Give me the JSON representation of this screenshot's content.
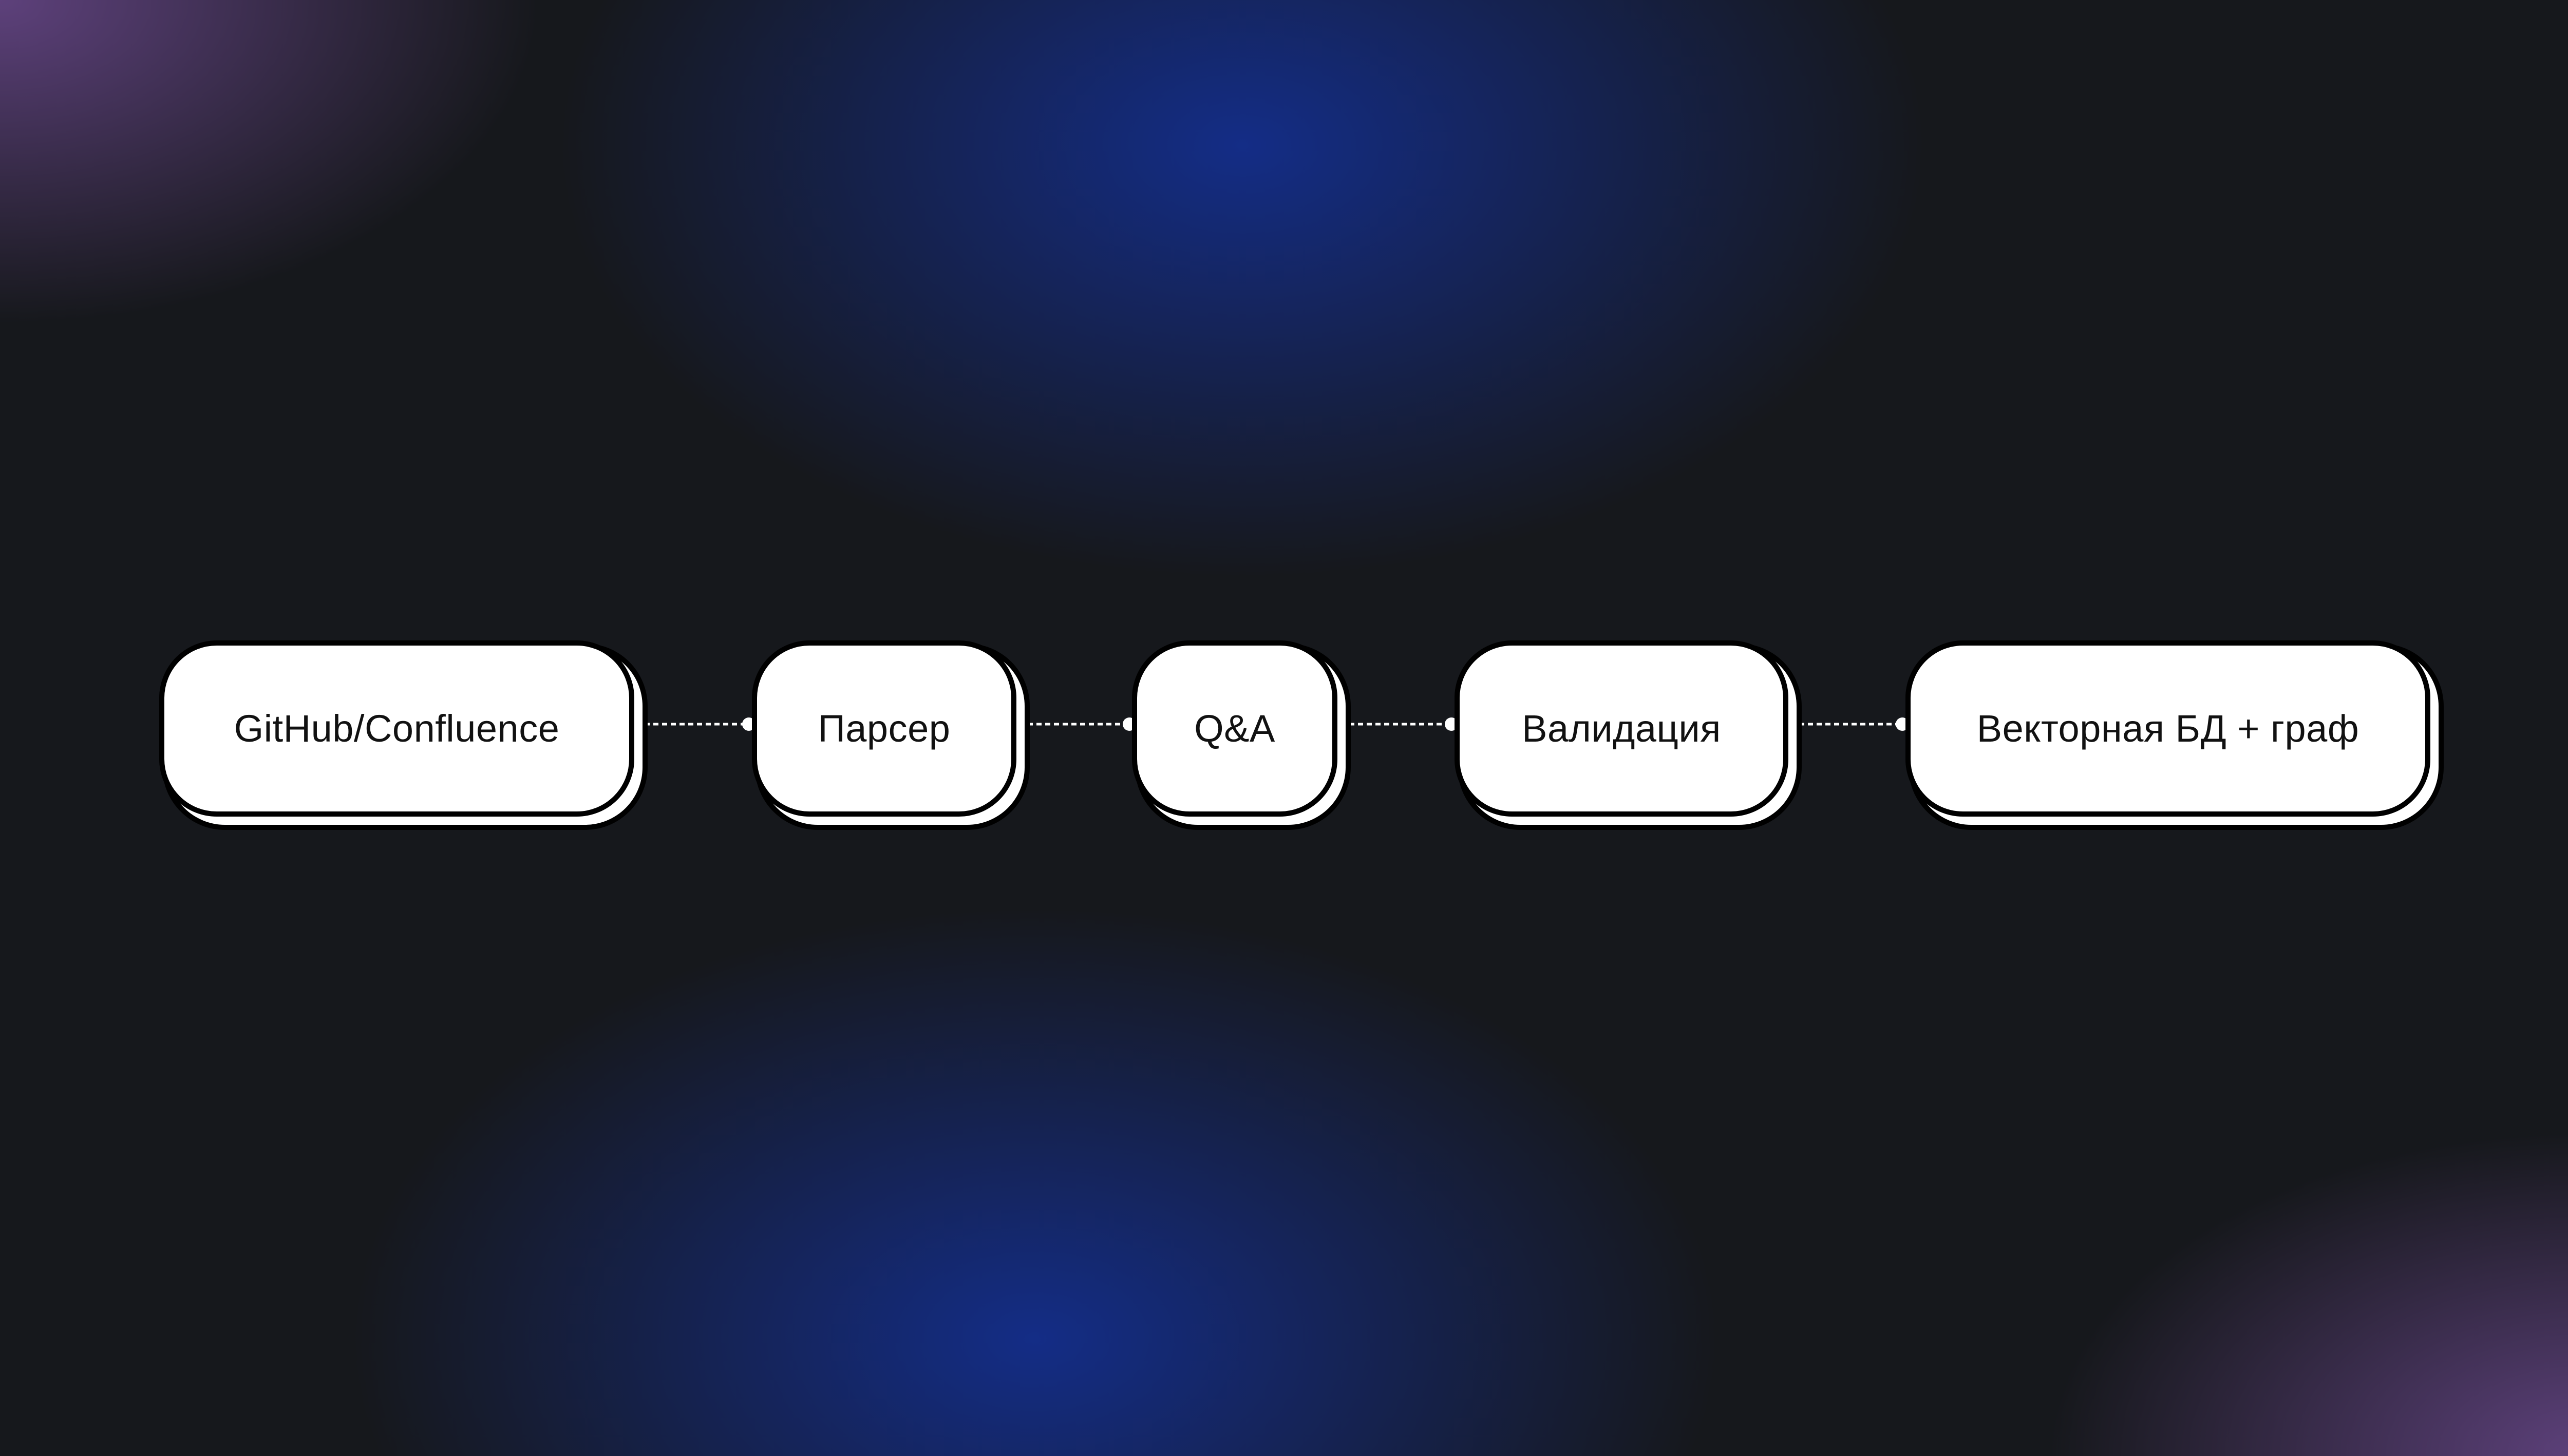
{
  "diagram": {
    "type": "pipeline",
    "nodes": [
      {
        "id": "source",
        "label": "GitHub/Confluence"
      },
      {
        "id": "parser",
        "label": "Парсер"
      },
      {
        "id": "qa",
        "label": "Q&A"
      },
      {
        "id": "validation",
        "label": "Валидация"
      },
      {
        "id": "storage",
        "label": "Векторная БД + граф"
      }
    ],
    "edges": [
      {
        "from": "source",
        "to": "parser",
        "style": "dotted"
      },
      {
        "from": "parser",
        "to": "qa",
        "style": "dotted"
      },
      {
        "from": "qa",
        "to": "validation",
        "style": "dotted"
      },
      {
        "from": "validation",
        "to": "storage",
        "style": "dotted"
      }
    ]
  },
  "colors": {
    "background_dark": "#16181c",
    "background_blue": "#142e8c",
    "background_purple": "#6a488c",
    "node_fill": "#ffffff",
    "node_border": "#000000",
    "connector": "#ffffff"
  }
}
